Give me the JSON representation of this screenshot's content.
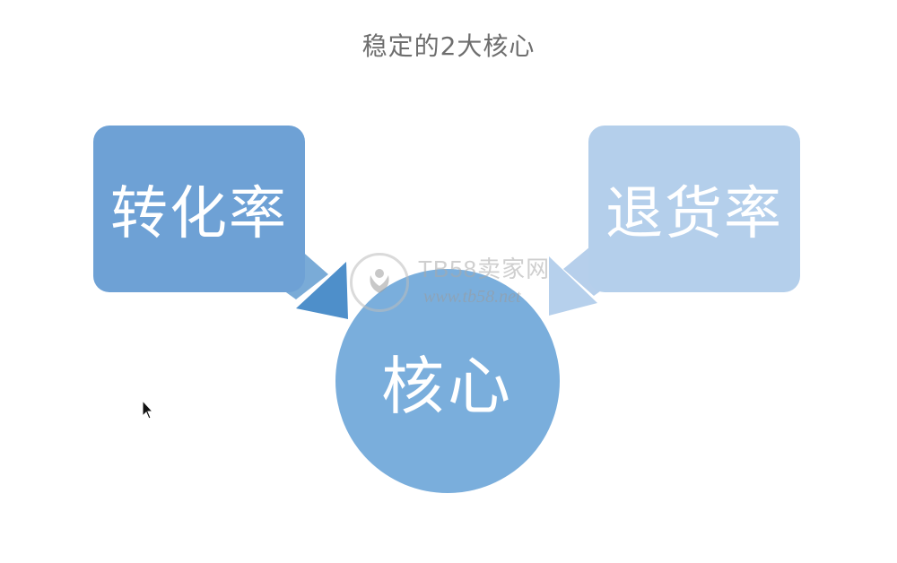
{
  "title": "稳定的2大核心",
  "left_box": {
    "label": "转化率",
    "color": "#6ea1d5"
  },
  "right_box": {
    "label": "退货率",
    "color": "#b4cfeb"
  },
  "center_circle": {
    "label": "核心",
    "color": "#7aaedc"
  },
  "watermark": {
    "title": "TB58卖家网",
    "url": "www.tb58.net"
  },
  "icons": {
    "cursor": "mouse-pointer-icon",
    "logo": "watermark-logo-icon"
  }
}
